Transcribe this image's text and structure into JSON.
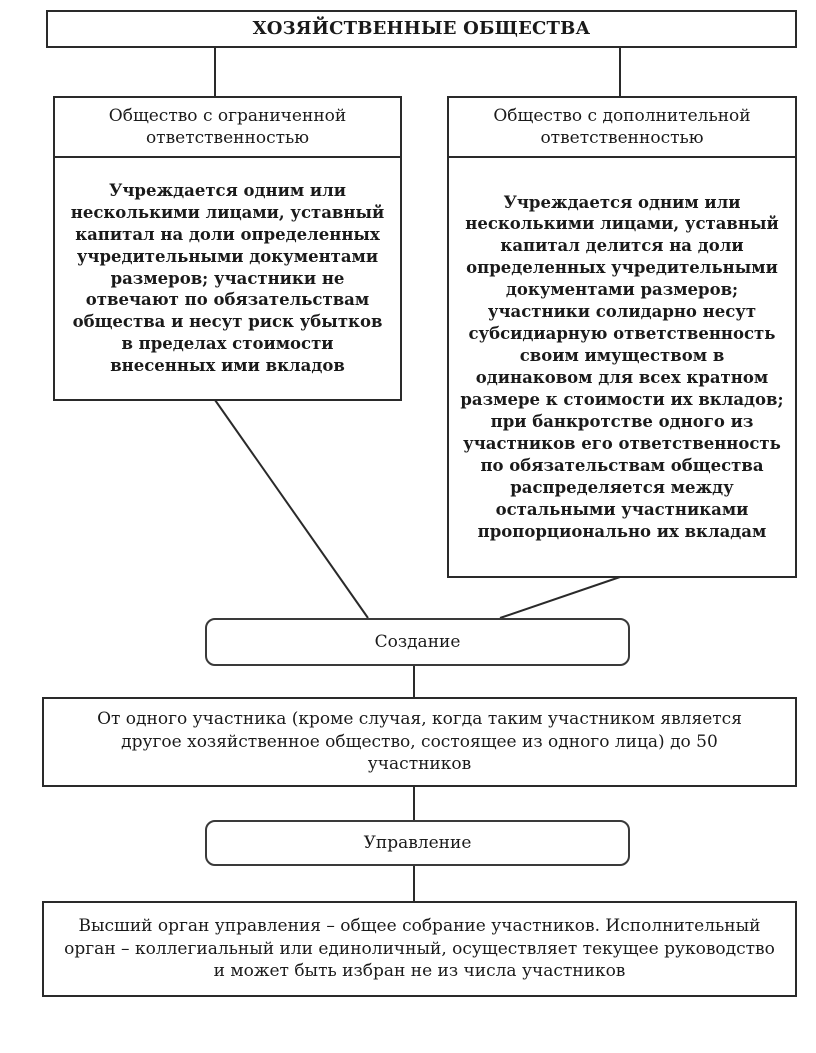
{
  "diagram": {
    "title": "ХОЗЯЙСТВЕННЫЕ ОБЩЕСТВА",
    "left": {
      "header": "Общество с ограниченной ответственностью",
      "description": "Учреждается одним или несколькими лицами, уставный капитал на доли определенных учредительными документами размеров; участники не отвечают по обязательствам общества и несут риск убытков в пределах стоимости внесенных ими вкладов"
    },
    "right": {
      "header": "Общество с дополнительной ответственностью",
      "description": "Учреждается одним или несколькими лицами, уставный капитал делится на доли определенных учредительными документами размеров; участники солидарно несут субсидиарную ответственность своим имуществом в одинаковом для всех кратном размере к стоимости их вкладов; при банкротстве одного из участников его ответственность по обязательствам общества распределяется между остальными участниками пропорционально их вкладам"
    },
    "creation": {
      "label": "Создание",
      "description": "От одного участника (кроме случая, когда таким участником является другое хозяйственное общество, состоящее из одного лица) до 50 участников"
    },
    "management": {
      "label": "Управление",
      "description": "Высший орган управления – общее собрание участников. Исполнительный орган – коллегиальный или единоличный, осуществляет текущее руководство и может быть избран не из числа участников"
    }
  }
}
